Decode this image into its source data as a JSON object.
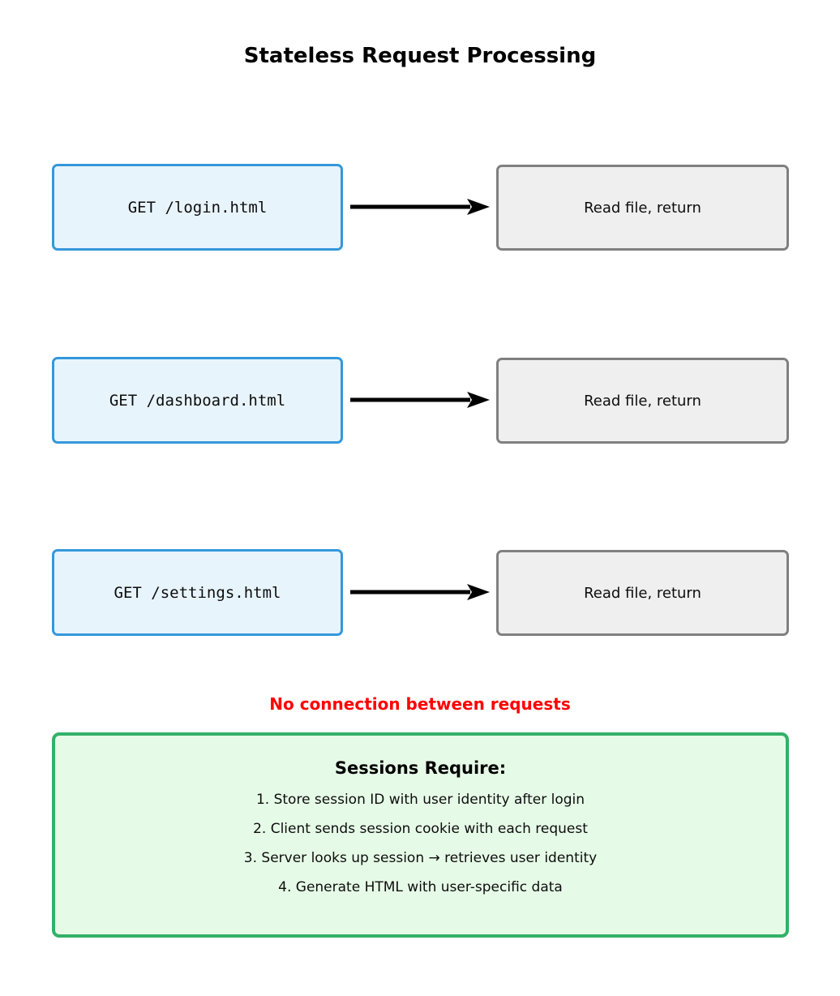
{
  "title": "Stateless Request Processing",
  "rows": [
    {
      "request": "GET /login.html",
      "response": "Read file, return"
    },
    {
      "request": "GET /dashboard.html",
      "response": "Read file, return"
    },
    {
      "request": "GET /settings.html",
      "response": "Read file, return"
    }
  ],
  "note": "No connection between requests",
  "sessions_panel": {
    "heading": "Sessions Require:",
    "items": [
      "1. Store session ID with user identity after login",
      "2. Client sends session cookie with each request",
      "3. Server looks up session → retrieves user identity",
      "4. Generate HTML with user-specific data"
    ]
  },
  "icons": {
    "arrow_right": "→"
  },
  "colors": {
    "request_box_fill": "#e8f4fc",
    "request_box_border": "#3498db",
    "response_box_fill": "#efefef",
    "response_box_border": "#808080",
    "arrow": "#000000",
    "note_text": "#ff0000",
    "panel_fill": "#e6fbe7",
    "panel_border": "#33b169",
    "title_text": "#000000"
  }
}
